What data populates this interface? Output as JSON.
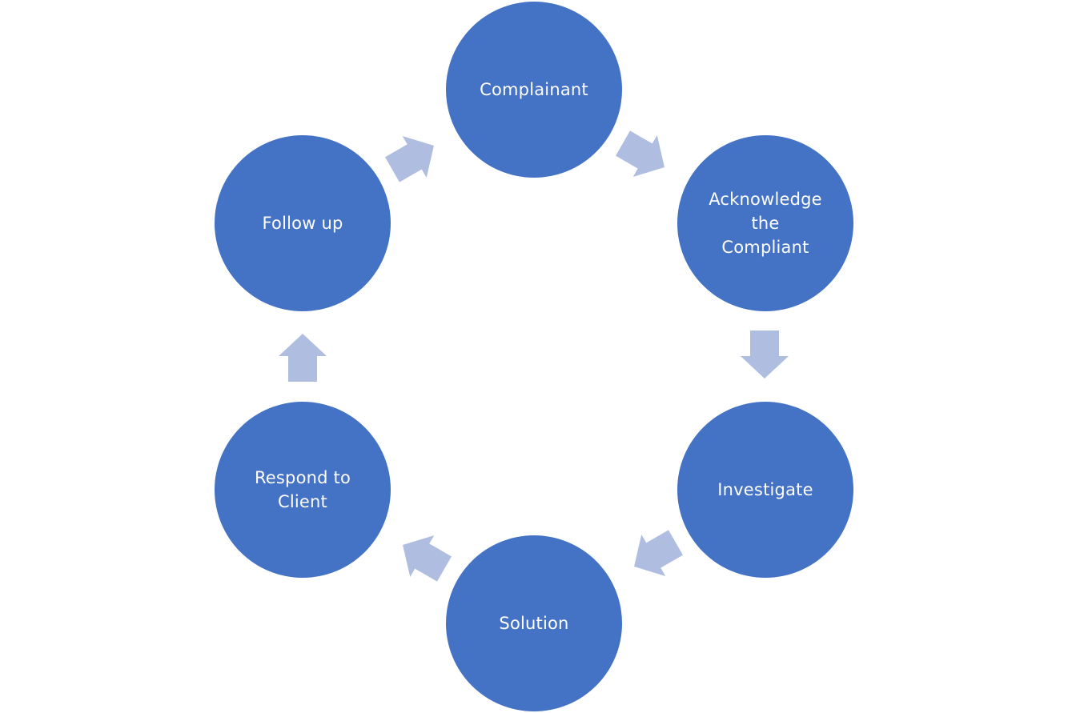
{
  "diagram": {
    "type": "cycle",
    "node_color": "#4472C4",
    "arrow_color": "#AFBDE0",
    "background_color": "#FFFFFF",
    "nodes": [
      {
        "label": "Complainant"
      },
      {
        "label": "Acknowledge\nthe\nCompliant"
      },
      {
        "label": "Investigate"
      },
      {
        "label": "Solution"
      },
      {
        "label": "Respond to\nClient"
      },
      {
        "label": "Follow up"
      }
    ]
  }
}
